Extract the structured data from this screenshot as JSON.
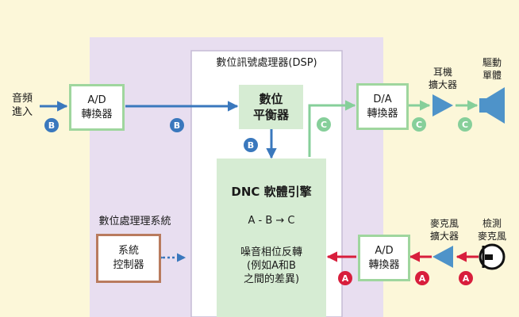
{
  "colors": {
    "background": "#fcf7d9",
    "panel": "#e8def0",
    "dsp_box": "#ffffff",
    "dsp_border": "#c6bcd6",
    "block_fill": "#d6ecd3",
    "block_border": "#9fd69e",
    "blue": "#3a78bd",
    "green": "#86cf9a",
    "red": "#d81e3c",
    "controller_border": "#b97b5e",
    "speaker": "#4e93c9",
    "amp": "#4e93c9"
  },
  "labels": {
    "audio_input": "音頻\n進入",
    "dsp_title": "數位訊號處理器(DSP)",
    "system_processing": "數位處理理系統",
    "headphone_amp": "耳機\n擴大器",
    "driver_unit": "驅動\n單體",
    "mic_amp": "麥克風\n擴大器",
    "detection_mic": "檢測\n麥克風"
  },
  "blocks": {
    "ad_in": "A/D\n轉換器",
    "equalizer": "數位\n平衡器",
    "da": "D/A\n轉換器",
    "ad_mic": "A/D\n轉換器",
    "controller": "系統\n控制器"
  },
  "dnc": {
    "title": "DNC 軟體引擎",
    "formula": "A - B → C",
    "desc": "噪音相位反轉\n(例如A和B\n之間的差異)"
  },
  "badges": {
    "a": "A",
    "b": "B",
    "c": "C"
  },
  "icons": {
    "amplifier": "amplifier-triangle-icon",
    "speaker": "speaker-driver-icon",
    "microphone": "microphone-symbol-icon"
  }
}
